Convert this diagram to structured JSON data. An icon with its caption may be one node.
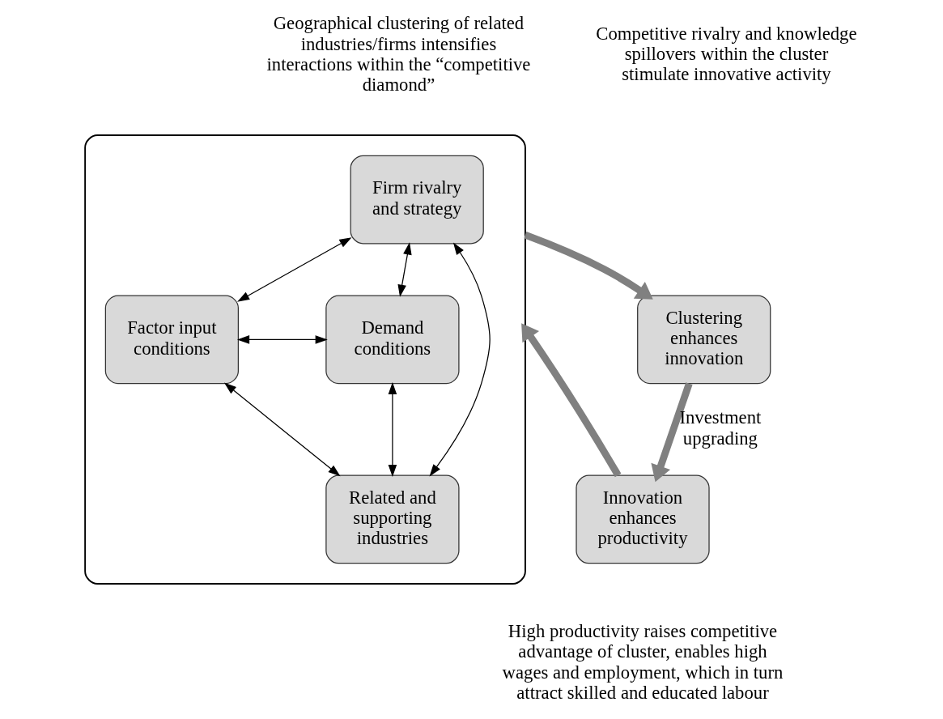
{
  "diagram": {
    "nodes": [
      {
        "text": [],
        "shape": "box"
      },
      {
        "text": [
          "Firm rivalry and strategy"
        ],
        "in": 0
      },
      {
        "text": [
          "Factor input conditions"
        ],
        "in": 0
      },
      {
        "text": [
          "Demand conditions"
        ],
        "in": 0
      },
      {
        "text": [
          "Related and supporting industries"
        ],
        "in": 0
      },
      {
        "text": [
          "Clustering enhances innovation"
        ]
      },
      {
        "text": [
          "Innovation enhances productivity"
        ]
      }
    ],
    "edges": [
      {
        "from": 1,
        "to": 2,
        "arrow": "both"
      },
      {
        "from": 1,
        "to": 3,
        "arrow": "both"
      },
      {
        "from": 2,
        "to": 3,
        "arrow": "both"
      },
      {
        "from": 1,
        "to": 4,
        "arrow": "both"
      },
      {
        "from": 2,
        "to": 4,
        "arrow": "both"
      },
      {
        "from": 3,
        "to": 4,
        "arrow": "both"
      },
      {
        "from": 0,
        "to": 5,
        "arrow": "to",
        "style": "thick",
        "color": "#808080"
      },
      {
        "from": 5,
        "to": 6,
        "arrow": "to",
        "style": "thick",
        "color": "#808080",
        "label": "Investment upgrading"
      },
      {
        "from": 6,
        "to": 0,
        "arrow": "to",
        "style": "thick",
        "color": "#808080"
      }
    ],
    "labels": [
      "Geographical clustering of related industries/firms intensifies interactions within the “competitive diamond”",
      "Competitive rivalry and knowledge spillovers within the cluster stimulate innovative activity",
      "High productivity raises competitive advantage of cluster, enables high wages and employment, which in turn attract skilled and educated labour"
    ]
  }
}
